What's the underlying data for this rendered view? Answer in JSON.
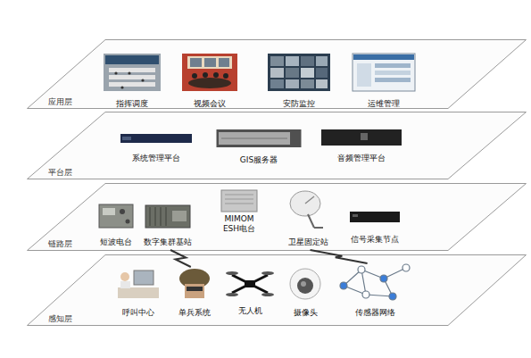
{
  "diagram": {
    "nodes": [
      {
        "text": [
          "应用层"
        ]
      },
      {
        "text": [
          "指挥调度"
        ],
        "in": 0
      },
      {
        "text": [
          "视频会议"
        ],
        "in": 0
      },
      {
        "text": [
          "安防监控"
        ],
        "in": 0
      },
      {
        "text": [
          "运维管理"
        ],
        "in": 0
      },
      {
        "text": [
          "平台层"
        ]
      },
      {
        "text": [
          "系统管理平台"
        ],
        "in": 5
      },
      {
        "text": [
          "GIS服务器"
        ],
        "in": 5
      },
      {
        "text": [
          "音频管理平台"
        ],
        "in": 5
      },
      {
        "text": [
          "链路层"
        ]
      },
      {
        "text": [
          "短波电台"
        ],
        "in": 9
      },
      {
        "text": [
          "数字集群基站"
        ],
        "in": 9
      },
      {
        "text": [
          "MIMOM ESH电台"
        ],
        "in": 9
      },
      {
        "text": [
          "卫星固定站"
        ],
        "in": 9
      },
      {
        "text": [
          "信号采集节点"
        ],
        "in": 9
      },
      {
        "text": [
          "感知层"
        ]
      },
      {
        "text": [
          "呼叫中心"
        ],
        "in": 15
      },
      {
        "text": [
          "单兵系统"
        ],
        "in": 15
      },
      {
        "text": [
          "无人机"
        ],
        "in": 15
      },
      {
        "text": [
          "摄像头"
        ],
        "in": 15
      },
      {
        "text": [
          "传感器网络"
        ],
        "in": 15
      }
    ],
    "edges": [
      {
        "from": 11,
        "to": 17,
        "arrow": "none"
      },
      {
        "from": 13,
        "to": 20,
        "arrow": "none"
      }
    ]
  }
}
